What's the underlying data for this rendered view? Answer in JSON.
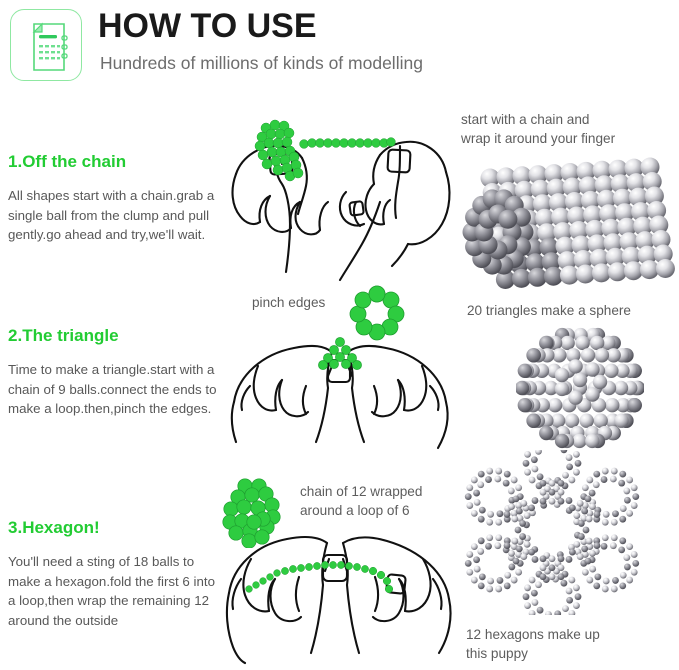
{
  "header": {
    "title": "HOW TO USE",
    "subtitle": "Hundreds of millions of kinds of modelling",
    "icon": "document-note-icon",
    "icon_color": "#3ddc6b",
    "icon_border_color": "#8fe8a2"
  },
  "theme": {
    "accent_green": "#22cc33",
    "ball_green": "#2ecc40",
    "body_text": "#585858",
    "title_text": "#1a1a1a",
    "line_art": "#111111",
    "metal_light": "#f2f2f2",
    "metal_mid": "#b8b8bc",
    "metal_dark": "#6f6f75"
  },
  "steps": [
    {
      "number": "1.",
      "title": "Off the chain",
      "body": "All shapes start with a chain.grab a single ball from the clump and pull gently.go ahead and try,we'll wait.",
      "illustration": "two-hands-pulling-chain-illustration"
    },
    {
      "number": "2.",
      "title": "The triangle",
      "body": "Time to make a triangle.start with a chain of 9 balls.connect the ends to make a loop.then,pinch the edges.",
      "illustration": "two-hands-pinching-triangle-illustration"
    },
    {
      "number": "3.",
      "title": "Hexagon!",
      "body": "You'll need a sting of 18 balls to make a hexagon.fold the first 6 into a loop,then wrap the remaining 12 around the outside",
      "illustration": "two-hands-wrapping-hexagon-illustration"
    }
  ],
  "middle_captions": [
    {
      "text": "pinch edges",
      "diagram": "green-ring-of-9-balls"
    },
    {
      "text": "chain of 12 wrapped\naround a loop of 6",
      "diagram": "green-hexagon-cluster-of-19-balls"
    }
  ],
  "right_column": [
    {
      "caption": "start with a chain and\nwrap it around your finger",
      "caption_position": "above",
      "photo": "silver-magnetic-ball-cylinder-photo"
    },
    {
      "caption": "20 triangles make a sphere",
      "caption_position": "above",
      "photo": "silver-magnetic-ball-sphere-photo"
    },
    {
      "caption": "12 hexagons make up\nthis puppy",
      "caption_position": "below",
      "photo": "silver-magnetic-ball-snowflake-photo"
    }
  ]
}
